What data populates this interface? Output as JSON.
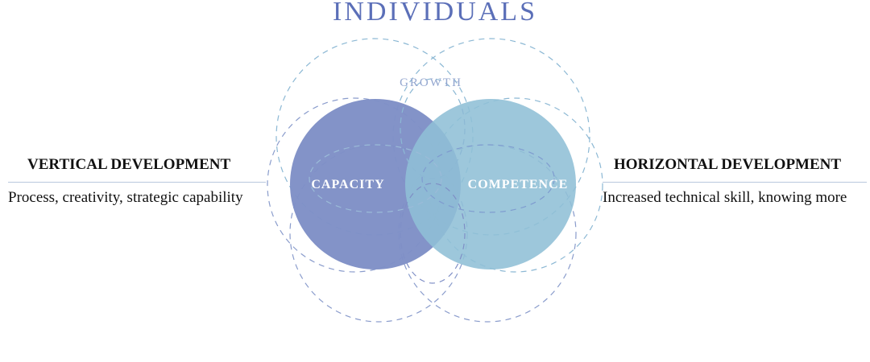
{
  "title": "INDIVIDUALS",
  "growth_label": "GROWTH",
  "left_panel": {
    "heading": "VERTICAL DEVELOPMENT",
    "description": "Process, creativity, strategic capability"
  },
  "right_panel": {
    "heading": "HORIZONTAL DEVELOPMENT",
    "description": "Increased technical skill, knowing more"
  },
  "circles": {
    "capacity": {
      "label": "CAPACITY",
      "color": "#7f8fc6"
    },
    "competence": {
      "label": "COMPETENCE",
      "color": "#90bfd6"
    }
  },
  "colors": {
    "title": "#5b6fb8",
    "dash_light": "#8cb8d4",
    "dash_dark": "#7f8fc6",
    "rule": "#b9c8de"
  }
}
